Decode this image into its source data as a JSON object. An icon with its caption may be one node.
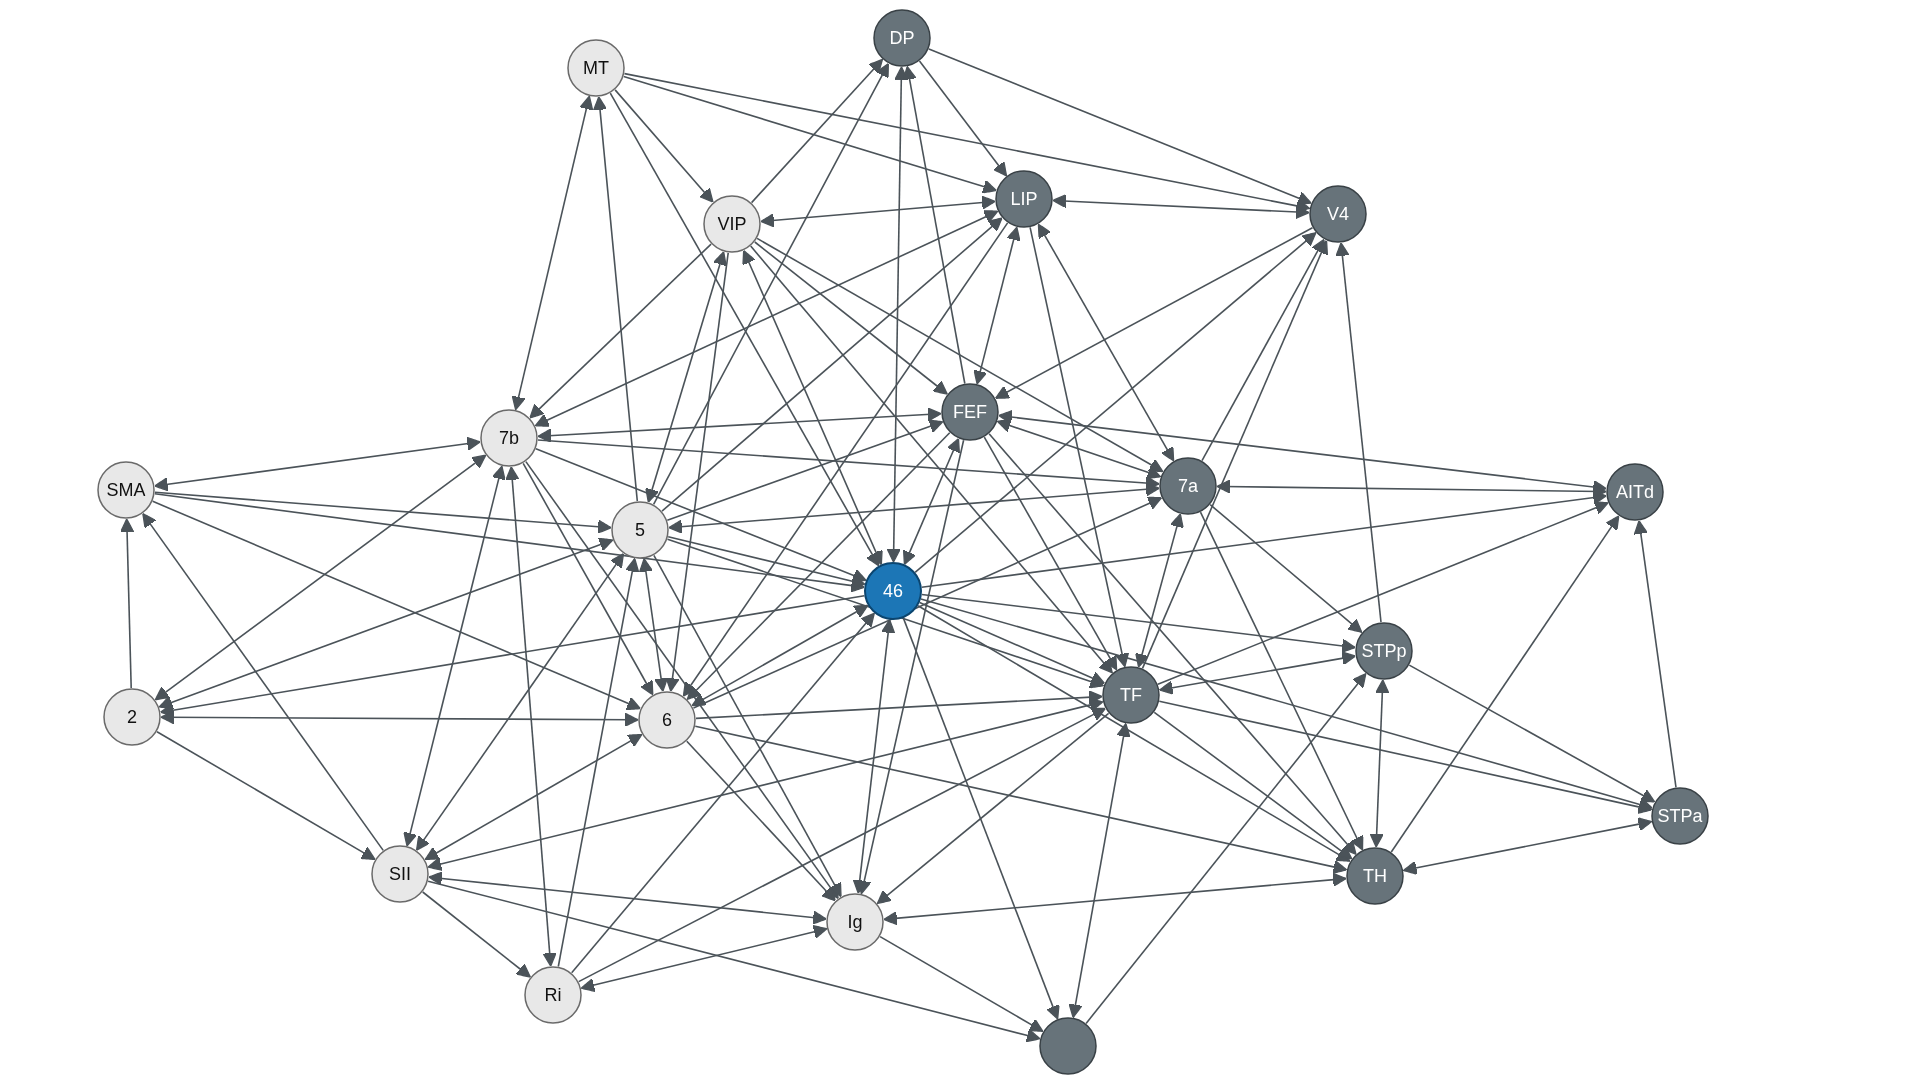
{
  "diagram": {
    "nodes": [
      {
        "text": [
          "MT"
        ]
      },
      {
        "text": [
          "DP"
        ]
      },
      {
        "text": [
          "VIP"
        ]
      },
      {
        "text": [
          "LIP"
        ]
      },
      {
        "text": [
          "V4"
        ]
      },
      {
        "text": [
          "7b"
        ]
      },
      {
        "text": [
          "FEF"
        ]
      },
      {
        "text": [
          "SMA"
        ]
      },
      {
        "text": [
          "5"
        ]
      },
      {
        "text": [
          "46"
        ]
      },
      {
        "text": [
          "7a"
        ]
      },
      {
        "text": [
          "AITd"
        ]
      },
      {
        "text": [
          "2"
        ]
      },
      {
        "text": [
          "6"
        ]
      },
      {
        "text": [
          "TF"
        ]
      },
      {
        "text": [
          "STPp"
        ]
      },
      {
        "text": [
          "SII"
        ]
      },
      {
        "text": [
          "Ig"
        ]
      },
      {
        "text": [
          "TH"
        ]
      },
      {
        "text": [
          "STPa"
        ]
      },
      {
        "text": [
          "Ri"
        ]
      },
      {
        "text": [],
        "shape": "circle"
      }
    ],
    "edges": [
      {
        "from": 0,
        "to": 5,
        "arrow": "both"
      },
      {
        "from": 8,
        "to": 0,
        "arrow": "to"
      },
      {
        "from": 0,
        "to": 2,
        "arrow": "to"
      },
      {
        "from": 0,
        "to": 3,
        "arrow": "to"
      },
      {
        "from": 0,
        "to": 4,
        "arrow": "to"
      },
      {
        "from": 0,
        "to": 9,
        "arrow": "to"
      },
      {
        "from": 2,
        "to": 1,
        "arrow": "to"
      },
      {
        "from": 8,
        "to": 1,
        "arrow": "to"
      },
      {
        "from": 1,
        "to": 9,
        "arrow": "both"
      },
      {
        "from": 6,
        "to": 1,
        "arrow": "to"
      },
      {
        "from": 1,
        "to": 3,
        "arrow": "to"
      },
      {
        "from": 1,
        "to": 4,
        "arrow": "to"
      },
      {
        "from": 2,
        "to": 3,
        "arrow": "both"
      },
      {
        "from": 8,
        "to": 2,
        "arrow": "both"
      },
      {
        "from": 9,
        "to": 2,
        "arrow": "both"
      },
      {
        "from": 2,
        "to": 5,
        "arrow": "to"
      },
      {
        "from": 2,
        "to": 6,
        "arrow": "to"
      },
      {
        "from": 2,
        "to": 10,
        "arrow": "to"
      },
      {
        "from": 2,
        "to": 13,
        "arrow": "to"
      },
      {
        "from": 2,
        "to": 14,
        "arrow": "to"
      },
      {
        "from": 3,
        "to": 4,
        "arrow": "both"
      },
      {
        "from": 5,
        "to": 3,
        "arrow": "both"
      },
      {
        "from": 8,
        "to": 3,
        "arrow": "to"
      },
      {
        "from": 3,
        "to": 6,
        "arrow": "both"
      },
      {
        "from": 3,
        "to": 10,
        "arrow": "both"
      },
      {
        "from": 3,
        "to": 14,
        "arrow": "to"
      },
      {
        "from": 3,
        "to": 13,
        "arrow": "to"
      },
      {
        "from": 4,
        "to": 6,
        "arrow": "to"
      },
      {
        "from": 9,
        "to": 4,
        "arrow": "to"
      },
      {
        "from": 10,
        "to": 4,
        "arrow": "to"
      },
      {
        "from": 14,
        "to": 4,
        "arrow": "to"
      },
      {
        "from": 15,
        "to": 4,
        "arrow": "to"
      },
      {
        "from": 7,
        "to": 5,
        "arrow": "both"
      },
      {
        "from": 6,
        "to": 5,
        "arrow": "both"
      },
      {
        "from": 12,
        "to": 5,
        "arrow": "both"
      },
      {
        "from": 5,
        "to": 13,
        "arrow": "to"
      },
      {
        "from": 5,
        "to": 17,
        "arrow": "to"
      },
      {
        "from": 5,
        "to": 16,
        "arrow": "both"
      },
      {
        "from": 5,
        "to": 20,
        "arrow": "both"
      },
      {
        "from": 5,
        "to": 10,
        "arrow": "to"
      },
      {
        "from": 5,
        "to": 9,
        "arrow": "to"
      },
      {
        "from": 8,
        "to": 6,
        "arrow": "to"
      },
      {
        "from": 6,
        "to": 10,
        "arrow": "both"
      },
      {
        "from": 6,
        "to": 11,
        "arrow": "both"
      },
      {
        "from": 6,
        "to": 9,
        "arrow": "both"
      },
      {
        "from": 6,
        "to": 14,
        "arrow": "to"
      },
      {
        "from": 6,
        "to": 13,
        "arrow": "to"
      },
      {
        "from": 6,
        "to": 17,
        "arrow": "to"
      },
      {
        "from": 6,
        "to": 18,
        "arrow": "to"
      },
      {
        "from": 12,
        "to": 7,
        "arrow": "to"
      },
      {
        "from": 16,
        "to": 7,
        "arrow": "to"
      },
      {
        "from": 7,
        "to": 8,
        "arrow": "to"
      },
      {
        "from": 7,
        "to": 9,
        "arrow": "to"
      },
      {
        "from": 7,
        "to": 13,
        "arrow": "to"
      },
      {
        "from": 8,
        "to": 12,
        "arrow": "both"
      },
      {
        "from": 8,
        "to": 13,
        "arrow": "both"
      },
      {
        "from": 8,
        "to": 16,
        "arrow": "both"
      },
      {
        "from": 20,
        "to": 8,
        "arrow": "to"
      },
      {
        "from": 8,
        "to": 9,
        "arrow": "to"
      },
      {
        "from": 8,
        "to": 17,
        "arrow": "to"
      },
      {
        "from": 8,
        "to": 10,
        "arrow": "both"
      },
      {
        "from": 8,
        "to": 14,
        "arrow": "to"
      },
      {
        "from": 9,
        "to": 13,
        "arrow": "both"
      },
      {
        "from": 9,
        "to": 17,
        "arrow": "both"
      },
      {
        "from": 9,
        "to": 21,
        "arrow": "to"
      },
      {
        "from": 9,
        "to": 14,
        "arrow": "to"
      },
      {
        "from": 9,
        "to": 15,
        "arrow": "to"
      },
      {
        "from": 9,
        "to": 12,
        "arrow": "to"
      },
      {
        "from": 9,
        "to": 11,
        "arrow": "to"
      },
      {
        "from": 9,
        "to": 19,
        "arrow": "to"
      },
      {
        "from": 20,
        "to": 9,
        "arrow": "to"
      },
      {
        "from": 9,
        "to": 18,
        "arrow": "to"
      },
      {
        "from": 10,
        "to": 11,
        "arrow": "both"
      },
      {
        "from": 10,
        "to": 14,
        "arrow": "both"
      },
      {
        "from": 10,
        "to": 15,
        "arrow": "to"
      },
      {
        "from": 10,
        "to": 18,
        "arrow": "to"
      },
      {
        "from": 13,
        "to": 10,
        "arrow": "to"
      },
      {
        "from": 14,
        "to": 11,
        "arrow": "to"
      },
      {
        "from": 18,
        "to": 11,
        "arrow": "to"
      },
      {
        "from": 19,
        "to": 11,
        "arrow": "to"
      },
      {
        "from": 12,
        "to": 13,
        "arrow": "both"
      },
      {
        "from": 12,
        "to": 16,
        "arrow": "to"
      },
      {
        "from": 13,
        "to": 16,
        "arrow": "both"
      },
      {
        "from": 13,
        "to": 17,
        "arrow": "to"
      },
      {
        "from": 13,
        "to": 14,
        "arrow": "to"
      },
      {
        "from": 13,
        "to": 18,
        "arrow": "to"
      },
      {
        "from": 16,
        "to": 14,
        "arrow": "both"
      },
      {
        "from": 14,
        "to": 21,
        "arrow": "both"
      },
      {
        "from": 14,
        "to": 18,
        "arrow": "to"
      },
      {
        "from": 14,
        "to": 19,
        "arrow": "to"
      },
      {
        "from": 14,
        "to": 15,
        "arrow": "both"
      },
      {
        "from": 20,
        "to": 14,
        "arrow": "to"
      },
      {
        "from": 14,
        "to": 17,
        "arrow": "to"
      },
      {
        "from": 15,
        "to": 18,
        "arrow": "both"
      },
      {
        "from": 15,
        "to": 19,
        "arrow": "to"
      },
      {
        "from": 21,
        "to": 15,
        "arrow": "to"
      },
      {
        "from": 18,
        "to": 19,
        "arrow": "both"
      },
      {
        "from": 16,
        "to": 20,
        "arrow": "to"
      },
      {
        "from": 16,
        "to": 17,
        "arrow": "both"
      },
      {
        "from": 16,
        "to": 21,
        "arrow": "to"
      },
      {
        "from": 20,
        "to": 17,
        "arrow": "both"
      },
      {
        "from": 17,
        "to": 18,
        "arrow": "both"
      },
      {
        "from": 17,
        "to": 21,
        "arrow": "to"
      }
    ]
  }
}
